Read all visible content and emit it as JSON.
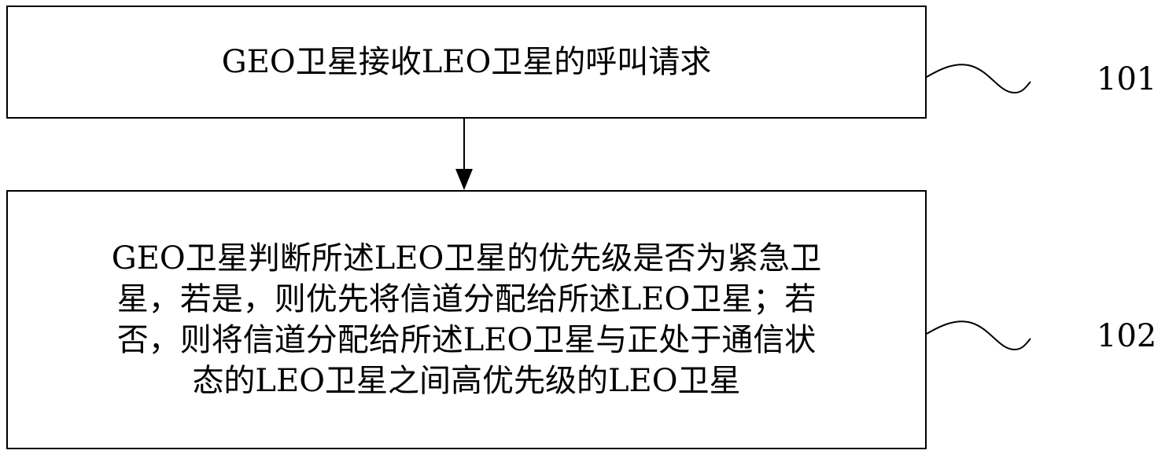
{
  "steps": [
    {
      "id": "101",
      "lines": [
        "GEO卫星接收LEO卫星的呼叫请求"
      ]
    },
    {
      "id": "102",
      "lines": [
        "GEO卫星判断所述LEO卫星的优先级是否为紧急卫",
        "星，若是，则优先将信道分配给所述LEO卫星；若",
        "否，则将信道分配给所述LEO卫星与正处于通信状",
        "态的LEO卫星之间高优先级的LEO卫星"
      ]
    }
  ]
}
